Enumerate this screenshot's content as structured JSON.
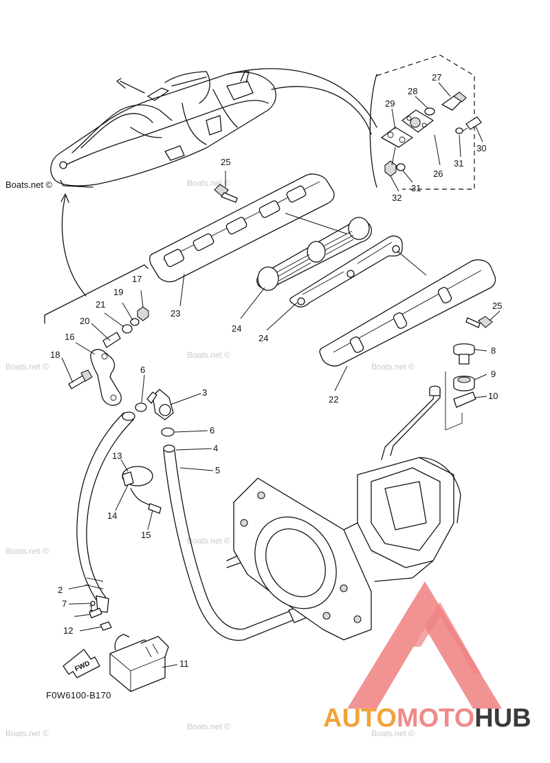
{
  "diagram": {
    "part_code": "F0W6100-B170",
    "fwd_label": "FWD",
    "watermark": "Boats.net ©",
    "callouts": [
      "1",
      "2",
      "3",
      "4",
      "5",
      "6",
      "6",
      "7",
      "8",
      "9",
      "10",
      "11",
      "12",
      "13",
      "14",
      "15",
      "16",
      "17",
      "18",
      "19",
      "20",
      "21",
      "22",
      "23",
      "24",
      "24",
      "25",
      "25",
      "26",
      "27",
      "28",
      "29",
      "30",
      "31",
      "31",
      "32"
    ]
  },
  "logo": {
    "part1": "AUTO",
    "part2": "MOTO",
    "part3": "HUB",
    "colors": {
      "auto": "#f2a33a",
      "moto": "#f08a8a",
      "hub": "#3a3a3a",
      "triangle": "#f08080"
    }
  }
}
